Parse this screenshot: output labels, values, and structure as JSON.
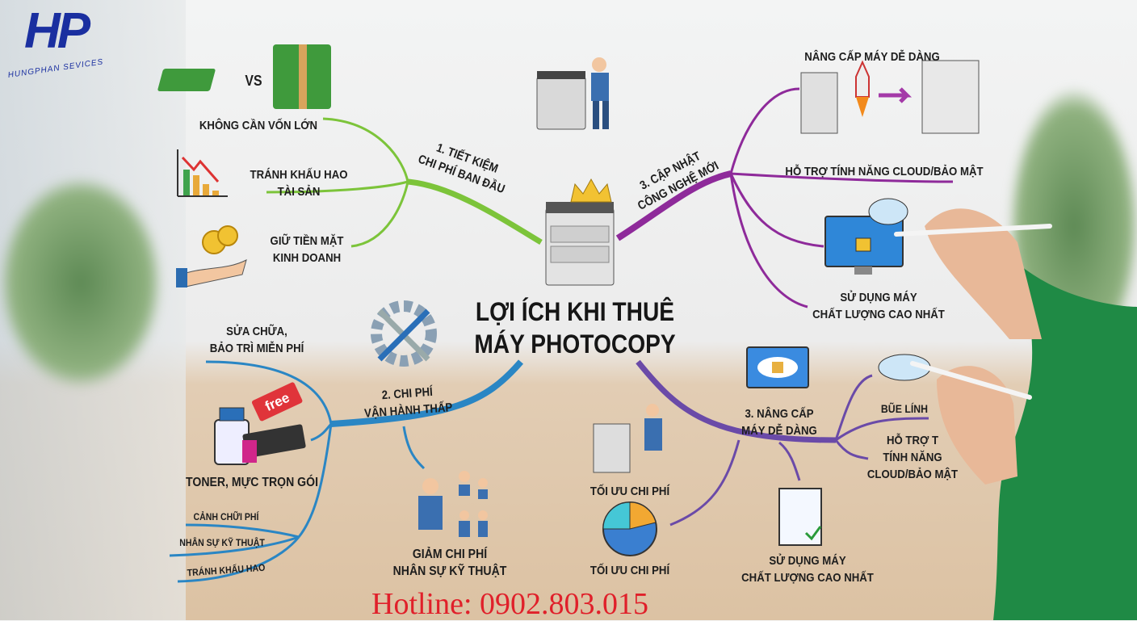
{
  "logo": {
    "mark": "HP",
    "text": "HUNGPHAN SEVICES",
    "color": "#1a2fa0"
  },
  "title": {
    "line1": "LỢI ÍCH KHI THUÊ",
    "line2": "MÁY PHOTOCOPY"
  },
  "branch1": {
    "label1": "1. TIẾT KIỆM",
    "label2": "CHI PHÍ BAN ĐẦU",
    "color": "#7cc43a",
    "vs": "VS",
    "items": [
      {
        "l1": "KHÔNG CẦN VỐN LỚN"
      },
      {
        "l1": "TRÁNH KHẤU HAO",
        "l2": "TÀI SẢN"
      },
      {
        "l1": "GIỮ TIỀN MẶT",
        "l2": "KINH DOANH"
      }
    ]
  },
  "branch2": {
    "label1": "2. CHI PHÍ",
    "label2": "VẬN HÀNH THẤP",
    "color": "#2a86c4",
    "free_tag": "free",
    "items": [
      {
        "l1": "SỬA CHỮA,",
        "l2": "BẢO TRÌ MIỄN PHÍ"
      },
      {
        "l1": "TONER, MỰC TRỌN GÓI"
      },
      {
        "l1": "CẢNH CHỮI PHÍ"
      },
      {
        "l1": "NHÂN SỰ  KỸ THUẬT"
      },
      {
        "l1": "TRÁNH KHẤU HAO"
      },
      {
        "l1": "GIẢM CHI PHÍ",
        "l2": "NHÂN SỰ KỸ THUẬT"
      }
    ]
  },
  "branch3": {
    "label1": "3. CẬP NHẬT",
    "label2": "CÔNG NGHỆ MỚI",
    "color": "#8e2a9a",
    "items": [
      {
        "l1": "NÂNG CẤP MÁY DỄ DÀNG"
      },
      {
        "l1": "HỖ TRỢ TÍNH NĂNG CLOUD/BẢO MẬT"
      },
      {
        "l1": "SỬ DỤNG MÁY",
        "l2": "CHẤT LƯỢNG CAO NHẤT"
      }
    ]
  },
  "branch4": {
    "label1": "3. NÂNG CẤP",
    "label2": "MÁY DỄ DÀNG",
    "color": "#6a4aa8",
    "items": [
      {
        "l1": "TỐI ƯU CHI PHÍ"
      },
      {
        "l1": "TỐI ƯU CHI PHÍ"
      },
      {
        "l1": "BŨE LÍNH"
      },
      {
        "l1": "HỖ TRỢ T",
        "l2": "TÍNH NĂNG",
        "l3": "CLOUD/BẢO MẬT"
      },
      {
        "l1": "SỬ DỤNG MÁY",
        "l2": "CHẤT LƯỢNG CAO NHẤT"
      }
    ]
  },
  "hotline": "Hotline: 0902.803.015"
}
